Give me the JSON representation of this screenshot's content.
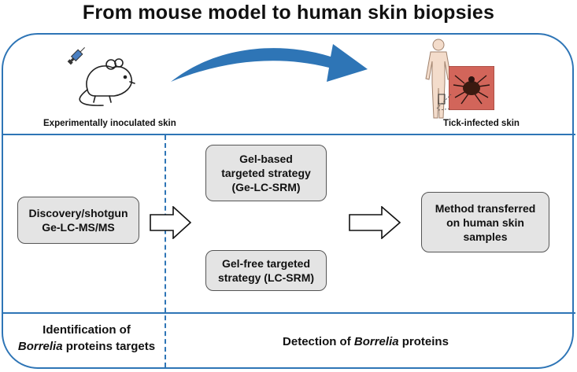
{
  "title": "From mouse model to human skin biopsies",
  "top_panel": {
    "left_caption": "Experimentally inoculated skin",
    "right_caption": "Tick-infected skin"
  },
  "boxes": {
    "discovery": [
      "Discovery/shotgun",
      "Ge-LC-MS/MS"
    ],
    "gel_based": [
      "Gel-based",
      "targeted strategy",
      "(Ge-LC-SRM)"
    ],
    "gel_free": [
      "Gel-free targeted",
      "strategy (LC-SRM)"
    ],
    "method": [
      "Method transferred",
      "on human skin",
      "samples"
    ]
  },
  "footer": {
    "left_line1": "Identification of",
    "left_line2_italic": "Borrelia",
    "left_line2_rest": " proteins targets",
    "right_prefix": "Detection of ",
    "right_italic": "Borrelia",
    "right_suffix": " proteins"
  },
  "colors": {
    "frame": "#2e75b6",
    "box_fill": "#e4e4e4",
    "arrow": "#2e75b6"
  },
  "icons": [
    "syringe-icon",
    "mouse-icon",
    "human-silhouette-icon",
    "tick-photo-icon"
  ]
}
